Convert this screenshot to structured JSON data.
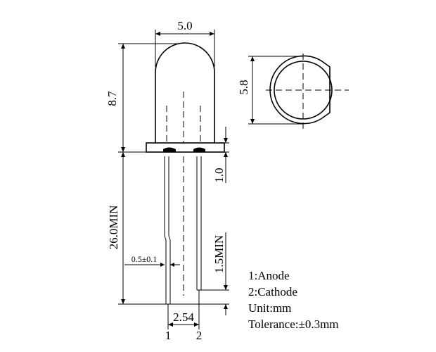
{
  "dimensions": {
    "lens_diameter": "5.0",
    "flange_diameter": "5.8",
    "body_height": "8.7",
    "flange_height": "1.0",
    "lead_length": "26.0MIN",
    "lead_width": "0.5±0.1",
    "kink_length": "1.5MIN",
    "lead_spacing": "2.54"
  },
  "pins": {
    "pin1": "1",
    "pin2": "2"
  },
  "legend": {
    "line1": "1:Anode",
    "line2": "2:Cathode",
    "line3": "Unit:mm",
    "line4": "Tolerance:±0.3mm"
  }
}
